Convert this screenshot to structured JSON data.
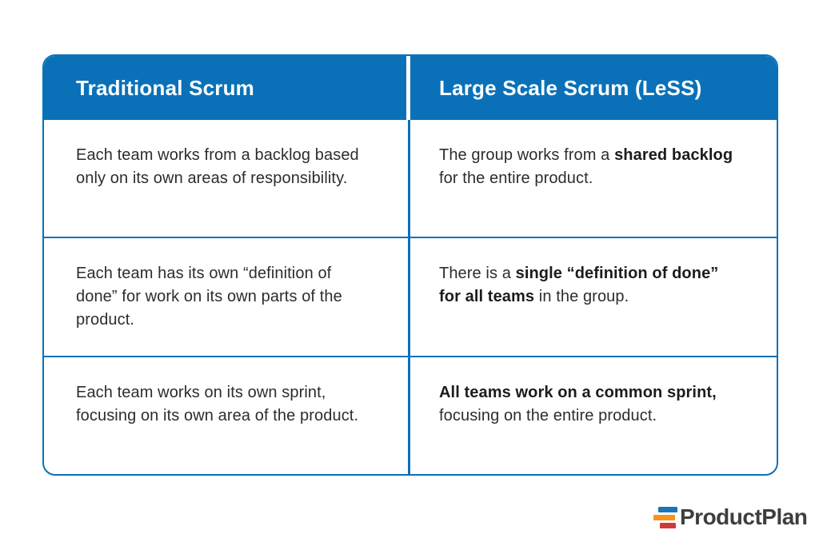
{
  "colors": {
    "accent_blue": "#0a71b8",
    "body_text": "#2d2d2d",
    "logo_text": "#3e3e3e",
    "logo_bar_blue": "#1b75bb",
    "logo_bar_orange": "#f7941e",
    "logo_bar_red": "#d13a3c"
  },
  "table": {
    "header": {
      "left": "Traditional Scrum",
      "right": "Large Scale Scrum (LeSS)"
    },
    "rows": [
      {
        "left": "Each team works from a backlog based only on its own areas of responsibility.",
        "right": {
          "pre": "The group works from a ",
          "bold": "shared backlog",
          "post": " for the entire product."
        }
      },
      {
        "left": "Each team has its own “definition of done” for work on its own parts of the product.",
        "right": {
          "pre": "There is a ",
          "bold": "single “definition of done” for all teams",
          "post": " in the group."
        }
      },
      {
        "left": "Each team works on its own sprint, focusing on its own area of the product.",
        "right": {
          "pre": "",
          "bold": "All teams work on a common sprint,",
          "post": " focusing on the entire product."
        }
      }
    ]
  },
  "logo": {
    "text": "ProductPlan",
    "icon": "productplan-bars-icon"
  }
}
